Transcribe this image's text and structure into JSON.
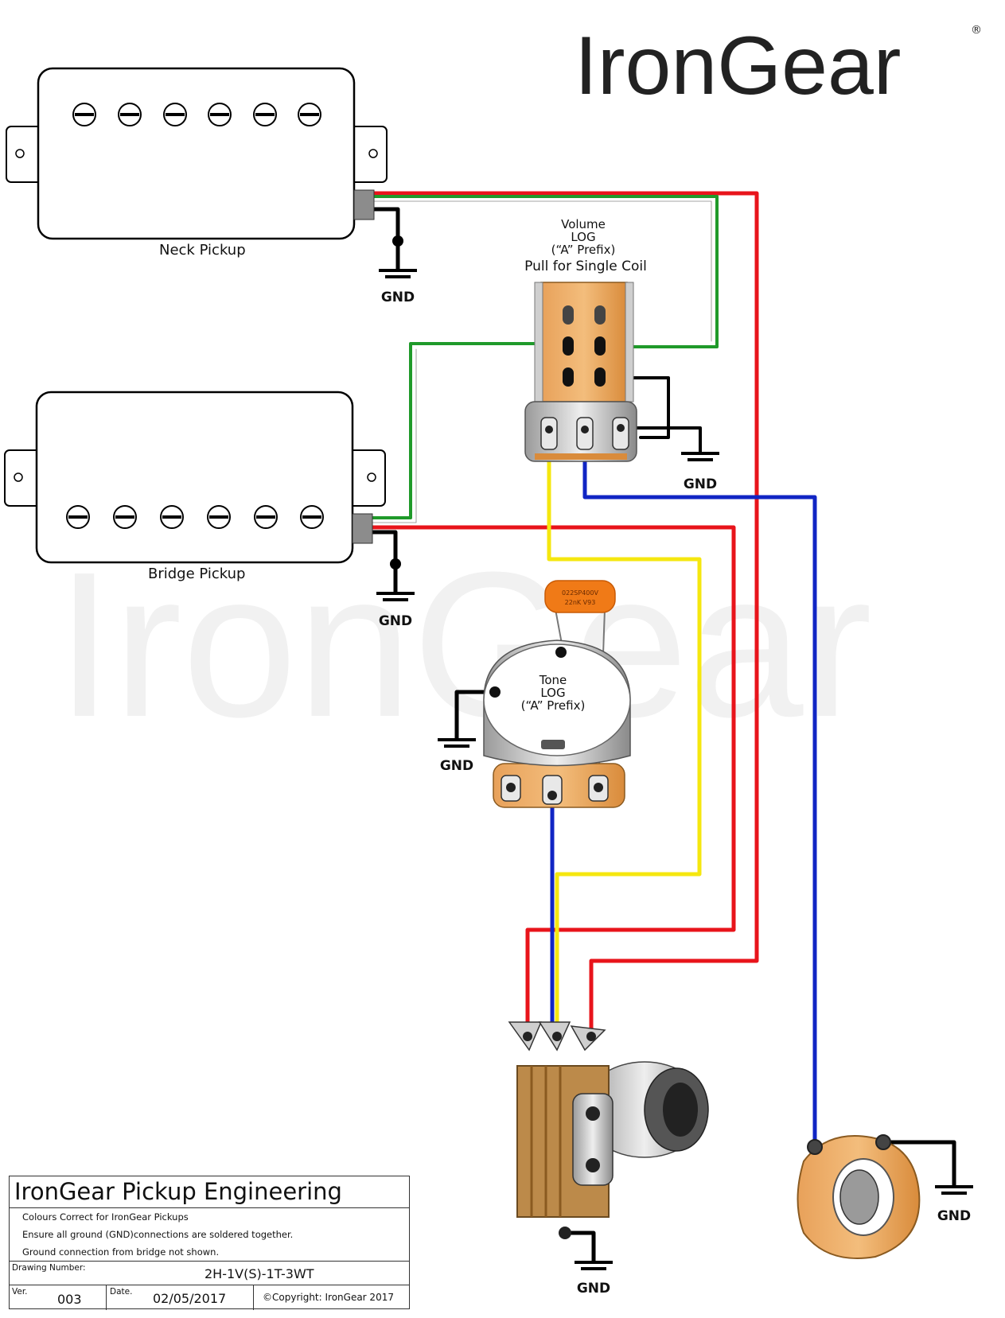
{
  "brand": {
    "logo": "IronGear",
    "registered": "®"
  },
  "pickups": {
    "neck_label": "Neck Pickup",
    "bridge_label": "Bridge Pickup"
  },
  "volume_pot": {
    "line1": "Volume",
    "line2": "LOG",
    "line3": "(“A” Prefix)",
    "line4": "Pull for Single Coil"
  },
  "tone_pot": {
    "line1": "Tone",
    "line2": "LOG",
    "line3": "(“A” Prefix)",
    "cap_text1": "022SP400V",
    "cap_text2": "22nK V93"
  },
  "ground_label": "GND",
  "wire_colors": {
    "hot": "#e8141b",
    "green": "#1f9a2a",
    "black": "#000000",
    "yellow": "#f5e70f",
    "blue": "#1025c4"
  },
  "title_block": {
    "company": "IronGear Pickup Engineering",
    "notes": [
      "Colours Correct for IronGear Pickups",
      "Ensure all ground (GND)connections are soldered together.",
      "Ground connection from bridge not shown."
    ],
    "drawing_number_label": "Drawing Number:",
    "drawing_number": "2H-1V(S)-1T-3WT",
    "ver_label": "Ver.",
    "ver": "003",
    "date_label": "Date.",
    "date": "02/05/2017",
    "copyright": "©Copyright: IronGear 2017"
  }
}
